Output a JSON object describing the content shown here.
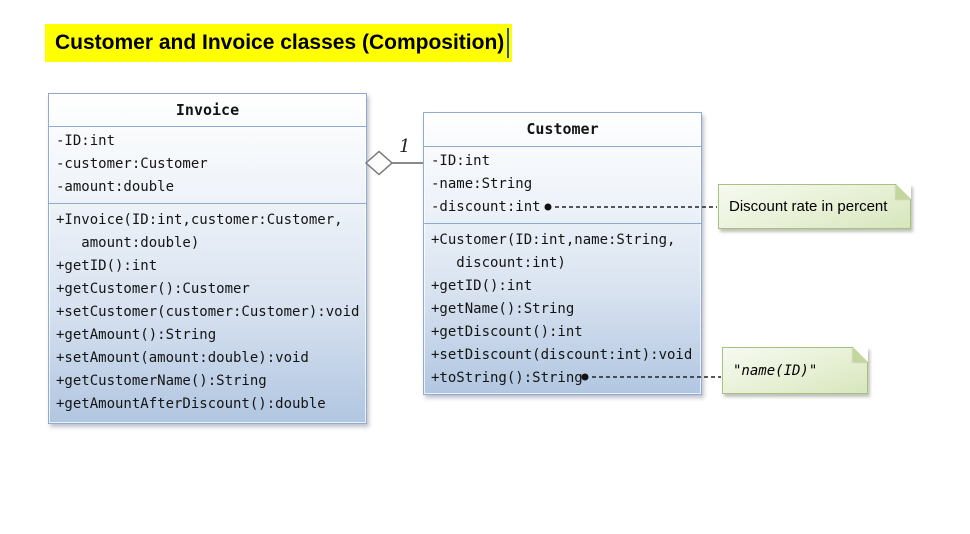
{
  "title": {
    "text": "Customer and Invoice classes (Composition)"
  },
  "relationship": {
    "type": "composition",
    "from": "Invoice",
    "to": "Customer",
    "multiplicity": "1"
  },
  "classes": [
    {
      "name": "Invoice",
      "attributes": [
        "-ID:int",
        "-customer:Customer",
        "-amount:double"
      ],
      "methods": [
        "+Invoice(ID:int,customer:Customer,",
        "   amount:double)",
        "+getID():int",
        "+getCustomer():Customer",
        "+setCustomer(customer:Customer):void",
        "+getAmount():String",
        "+setAmount(amount:double):void",
        "+getCustomerName():String",
        "+getAmountAfterDiscount():double"
      ]
    },
    {
      "name": "Customer",
      "attributes": [
        "-ID:int",
        "-name:String",
        "-discount:int"
      ],
      "methods": [
        "+Customer(ID:int,name:String,",
        "   discount:int)",
        "+getID():int",
        "+getName():String",
        "+getDiscount():int",
        "+setDiscount(discount:int):void",
        "+toString():String"
      ]
    }
  ],
  "notes": [
    {
      "text": "Discount rate in percent",
      "attached_to": "-discount:int"
    },
    {
      "text": "\"name(ID)\"",
      "attached_to": "+toString():String"
    }
  ],
  "colors": {
    "highlight": "#ffff00",
    "caret": "#2b579a",
    "box-border": "#8fabd0",
    "box-top": "#ffffff",
    "box-bottom": "#b1c6e1",
    "note-border": "#a8c183",
    "note-top": "#f6faf0",
    "note-bottom": "#d7e6bd",
    "connector": "#7a7a7a"
  }
}
